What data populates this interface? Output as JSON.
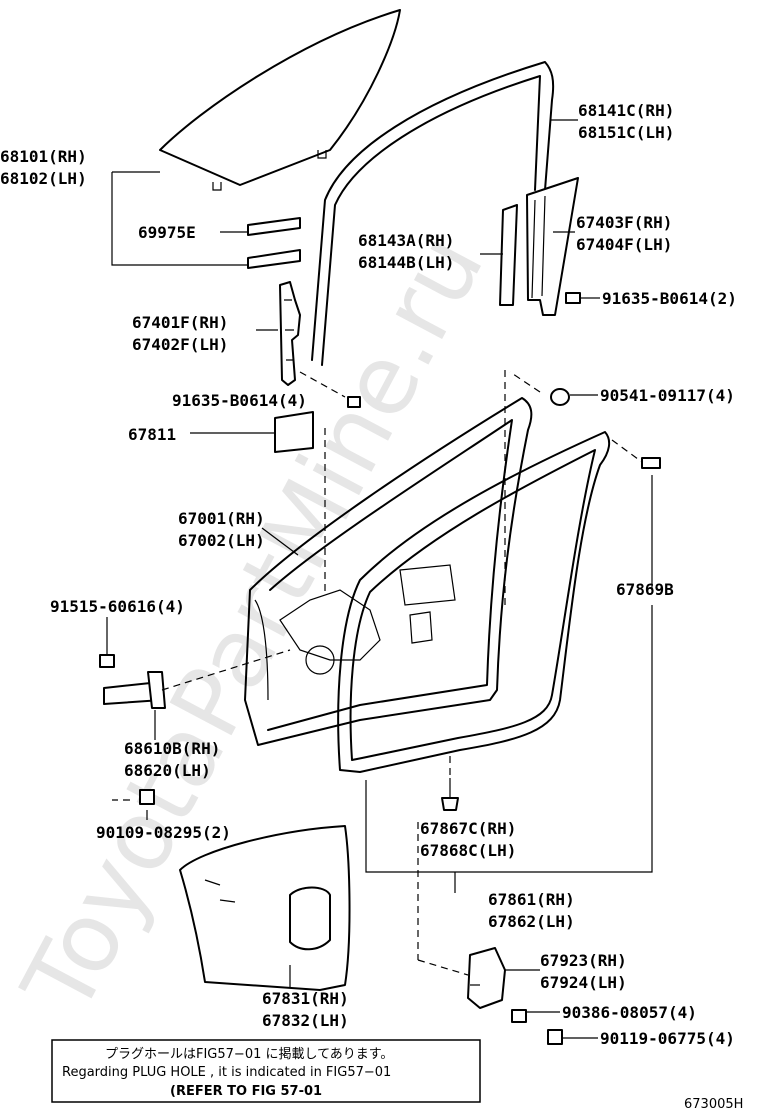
{
  "watermark": "ToyotaPartMine.ru",
  "figure_code": "673005H",
  "labels": {
    "glass_rh": "68101(RH)",
    "glass_lh": "68102(LH)",
    "run_rh": "68141C(RH)",
    "run_lh": "68151C(LH)",
    "glass_channel": "69975E",
    "div_rh": "68143A(RH)",
    "div_lh": "68144B(LH)",
    "sash_rh": "67403F(RH)",
    "sash_lh": "67404F(LH)",
    "bolt_a": "91635-B0614(2)",
    "reg_rh": "67401F(RH)",
    "reg_lh": "67402F(LH)",
    "bolt_b": "91635-B0614(4)",
    "clip_a": "90541-09117(4)",
    "pad": "67811",
    "door_rh": "67001(RH)",
    "door_lh": "67002(LH)",
    "weatherstrip": "67869B",
    "bolt_c": "91515-60616(4)",
    "check_rh": "68610B(RH)",
    "check_lh": "68620(LH)",
    "bolt_d": "90109-08295(2)",
    "ws_clip_rh": "67867C(RH)",
    "ws_clip_lh": "67868C(LH)",
    "ws_rh": "67861(RH)",
    "ws_lh": "67862(LH)",
    "hole_cover_rh": "67923(RH)",
    "hole_cover_lh": "67924(LH)",
    "screw_a": "90386-08057(4)",
    "screw_b": "90119-06775(4)",
    "service_cover_rh": "67831(RH)",
    "service_cover_lh": "67832(LH)"
  },
  "note": {
    "line1": "プラグホールはFIG57−01 に掲載してあります。",
    "line2": "Regarding PLUG HOLE , it is indicated in FIG57−01",
    "line3": "(REFER TO FIG 57-01"
  }
}
